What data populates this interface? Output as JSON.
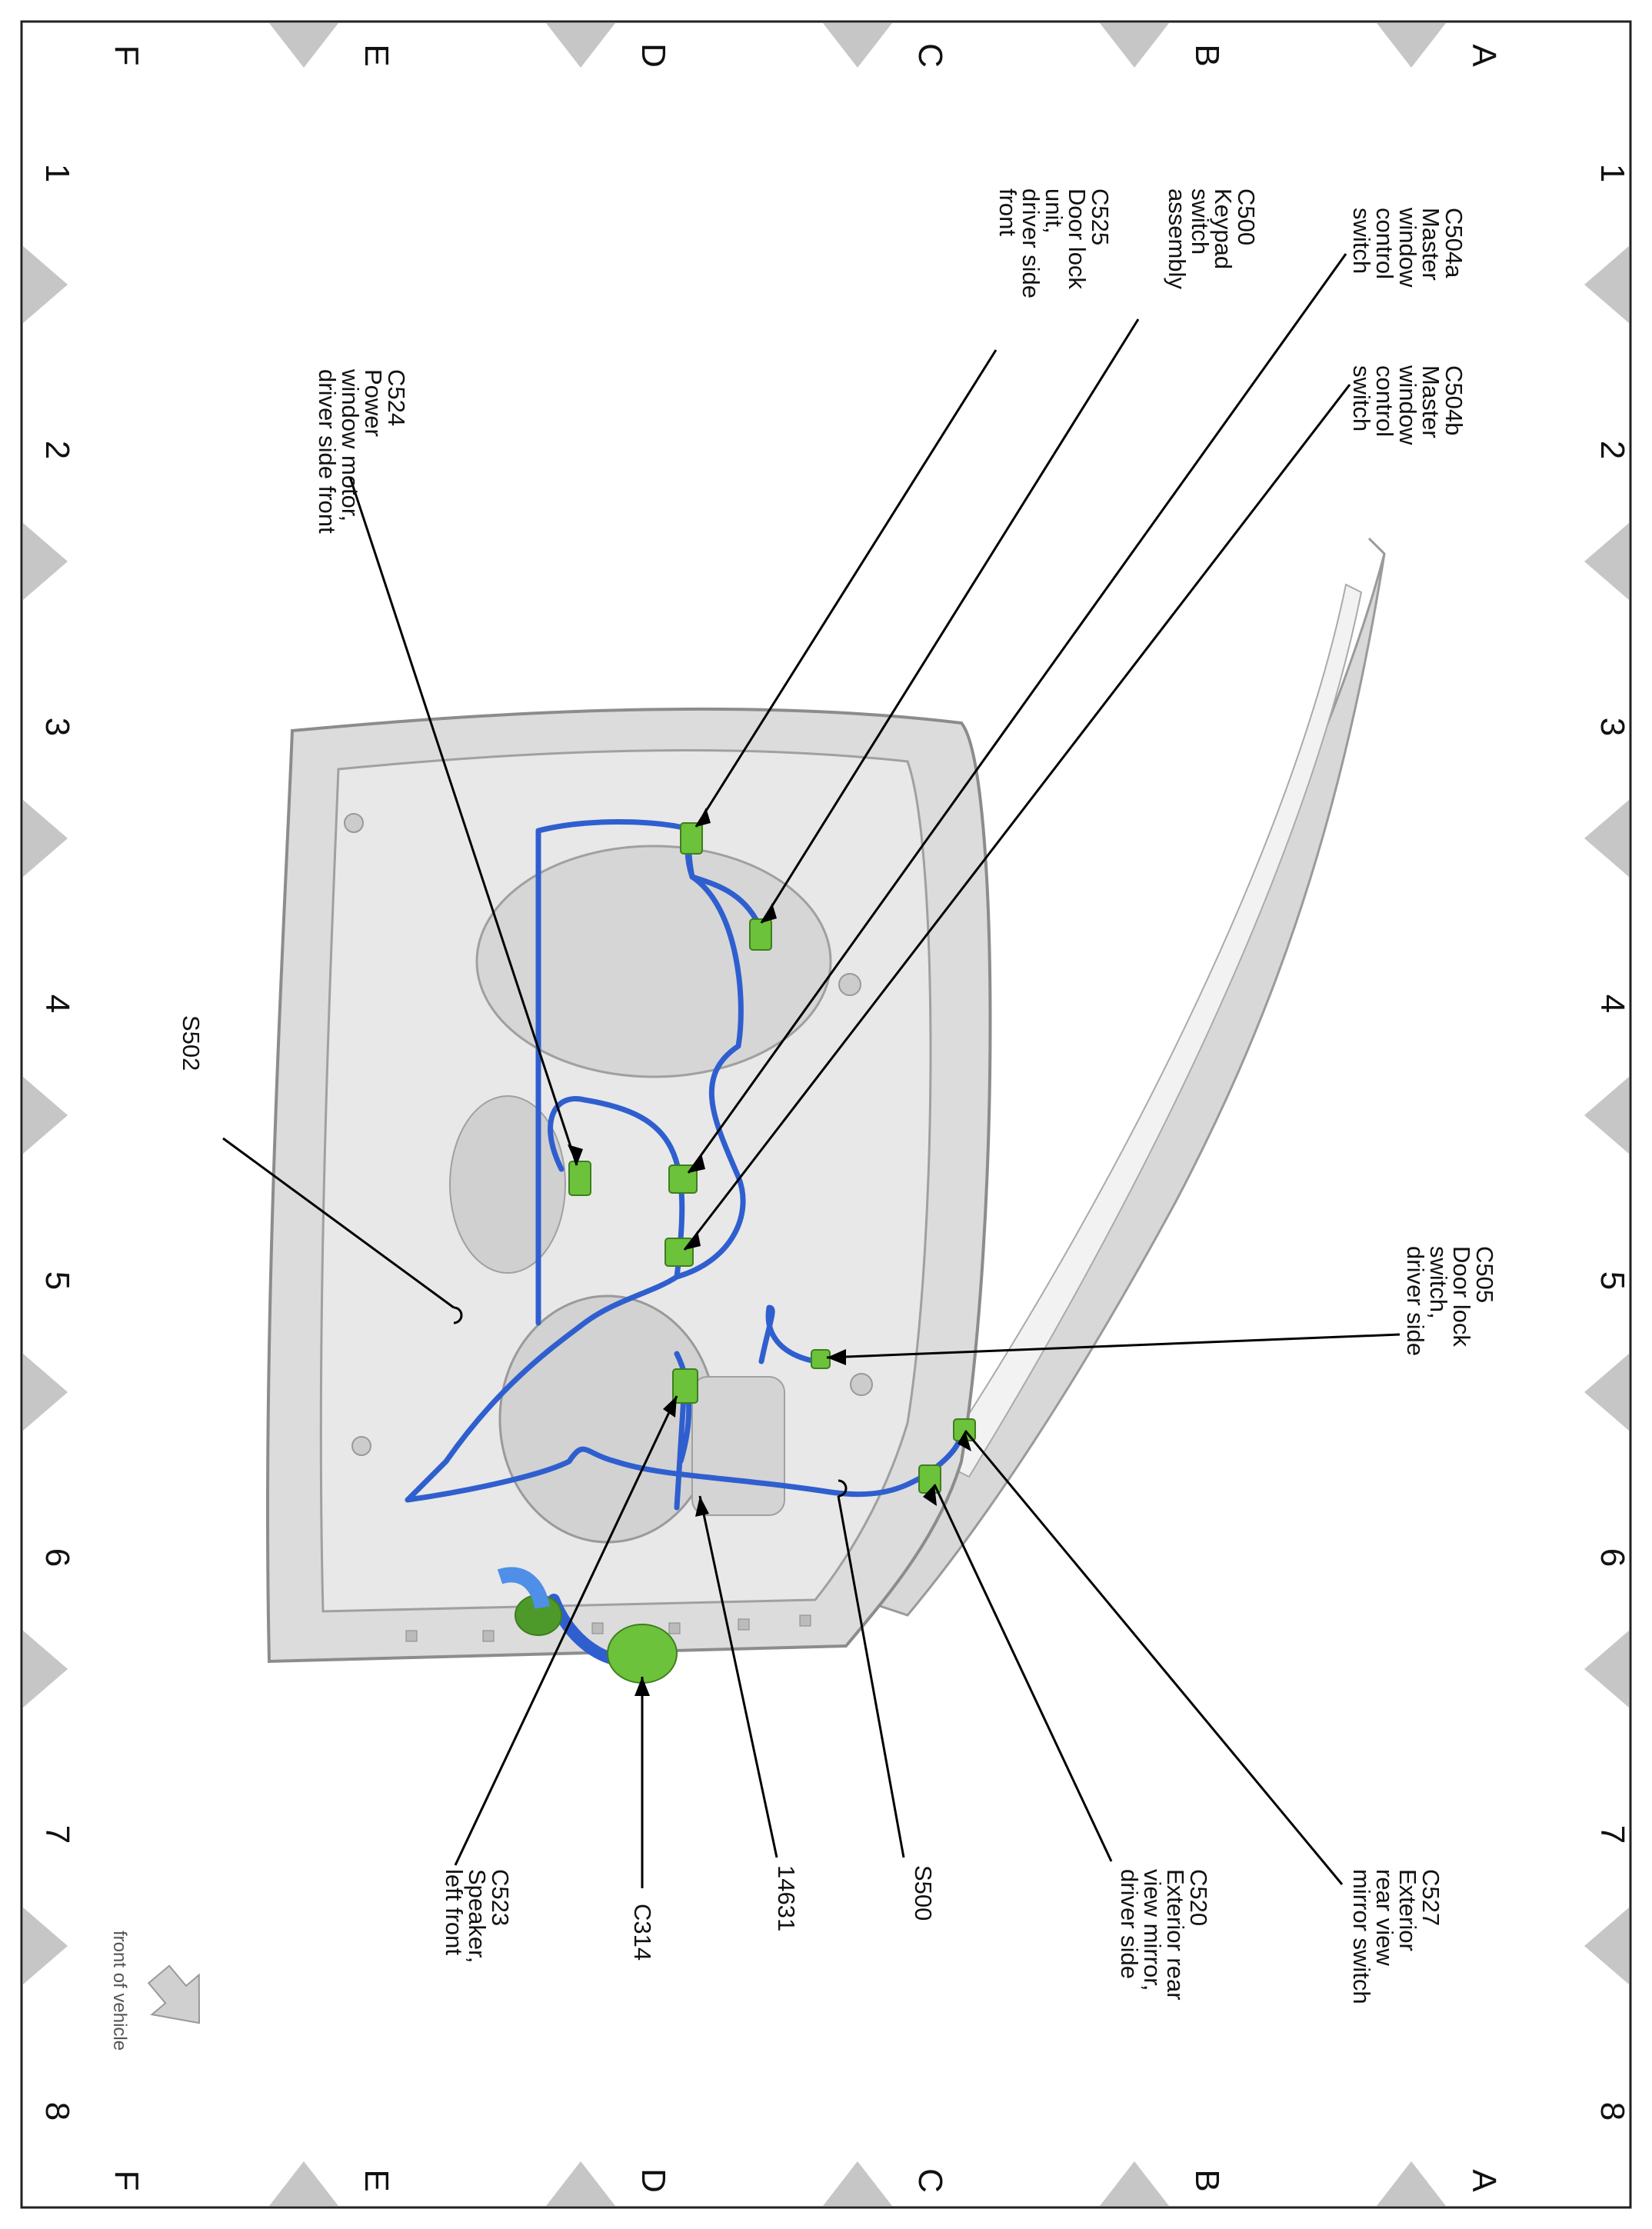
{
  "grid": {
    "columns": [
      "1",
      "2",
      "3",
      "4",
      "5",
      "6",
      "7",
      "8"
    ],
    "rows": [
      "A",
      "B",
      "C",
      "D",
      "E",
      "F"
    ]
  },
  "callouts": {
    "c504a": [
      "C504a",
      "Master",
      "window",
      "control",
      "switch"
    ],
    "c504b": [
      "C504b",
      "Master",
      "window",
      "control",
      "switch"
    ],
    "c500": [
      "C500",
      "Keypad",
      "switch",
      "assembly"
    ],
    "c525": [
      "C525",
      "Door lock",
      "unit,",
      "driver side",
      "front"
    ],
    "c524": [
      "C524",
      "Power",
      "window motor,",
      "driver side front"
    ],
    "c505": [
      "C505",
      "Door lock",
      "switch,",
      "driver side"
    ],
    "s502": [
      "S502"
    ],
    "c527": [
      "C527",
      "Exterior",
      "rear view",
      "mirror switch"
    ],
    "c520": [
      "C520",
      "Exterior rear",
      "view mirror,",
      "driver side"
    ],
    "s500": [
      "S500"
    ],
    "n14631": [
      "14631"
    ],
    "c314": [
      "C314"
    ],
    "c523": [
      "C523",
      "Speaker,",
      "left front"
    ]
  },
  "orientation": {
    "label": "front of vehicle"
  },
  "colors": {
    "harness": "#2f5fcf",
    "connector": "#6cc23a",
    "panel": "#e4e4e4",
    "frame": "#222222"
  }
}
